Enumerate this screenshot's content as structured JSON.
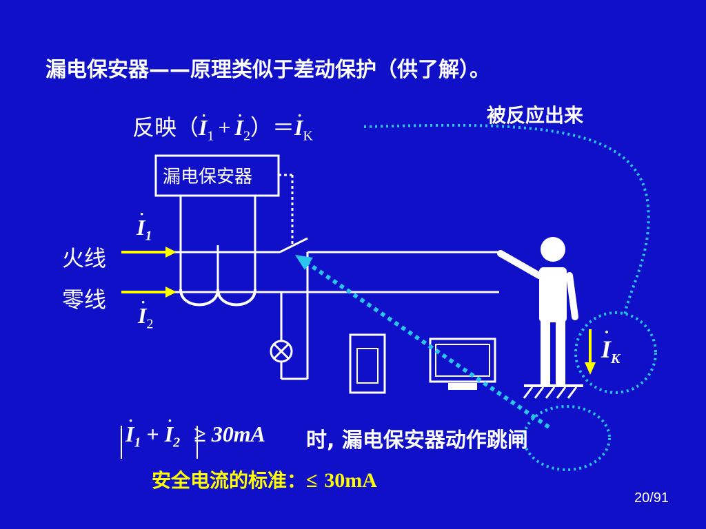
{
  "title": "漏电保安器——原理类似于差动保护（供了解）。",
  "callout": "被反应出来",
  "formula": {
    "prefix": "反映（",
    "i1": "I",
    "i1_sub": "1",
    "plus": "+",
    "i2": "I",
    "i2_sub": "2",
    "close": "）",
    "equals": "＝",
    "ik": "I",
    "ik_sub": "K",
    "dot": "·"
  },
  "device_label": "漏电保安器",
  "wires": {
    "live": "火线",
    "neutral": "零线"
  },
  "currents": {
    "i1": "I",
    "i1_sub": "1",
    "i2": "I",
    "i2_sub": "2",
    "ik": "I",
    "ik_sub": "K"
  },
  "condition": {
    "left": "I",
    "sub1": "1",
    "plus": "+",
    "right": "I",
    "sub2": "2",
    "op": "≥",
    "value": "30mA",
    "text": "时, 漏电保安器动作跳闸"
  },
  "standard": {
    "label": "安全电流的标准：",
    "op": "≤",
    "value": "30mA"
  },
  "page_number": "20/91",
  "colors": {
    "background": "#1010c8",
    "text": "#ffffff",
    "arrow": "#ffff00",
    "dotted": "#29c5ee"
  }
}
